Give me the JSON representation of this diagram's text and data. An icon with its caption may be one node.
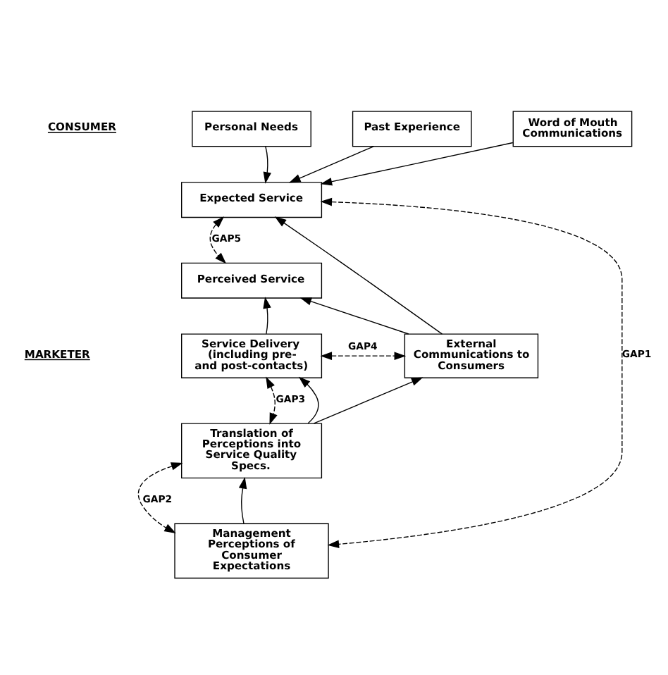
{
  "diagram": {
    "nodes": [
      {
        "text": [
          "Word of Mouth Communications"
        ]
      },
      {
        "text": [
          "Personal Needs"
        ]
      },
      {
        "text": [
          "Past Experience"
        ]
      },
      {
        "text": [
          "Expected Service"
        ]
      },
      {
        "text": [
          "Perceived Service"
        ]
      },
      {
        "text": [
          "Service Delivery (including pre- and post-contacts)"
        ]
      },
      {
        "text": [
          "External Communications to Consumers"
        ]
      },
      {
        "text": [
          "Translation of Perceptions into Service Quality Specs."
        ]
      },
      {
        "text": [
          "Management Perceptions of Consumer Expectations"
        ]
      }
    ],
    "edges": [
      {
        "from": 0,
        "to": 3,
        "arrow": "to"
      },
      {
        "from": 1,
        "to": 3,
        "arrow": "to"
      },
      {
        "from": 2,
        "to": 3,
        "arrow": "to"
      },
      {
        "from": 3,
        "to": 4,
        "arrow": "both",
        "style": "dashed",
        "label": "GAP5"
      },
      {
        "from": 6,
        "to": 3,
        "arrow": "to"
      },
      {
        "from": 6,
        "to": 4,
        "arrow": "to"
      },
      {
        "from": 5,
        "to": 4,
        "arrow": "to"
      },
      {
        "from": 5,
        "to": 6,
        "arrow": "both",
        "style": "dashed",
        "label": "GAP4"
      },
      {
        "from": 5,
        "to": 7,
        "arrow": "both",
        "style": "dashed",
        "label": "GAP3"
      },
      {
        "from": 7,
        "to": 5,
        "arrow": "to"
      },
      {
        "from": 7,
        "to": 6,
        "arrow": "to"
      },
      {
        "from": 7,
        "to": 8,
        "arrow": "both",
        "style": "dashed",
        "label": "GAP2"
      },
      {
        "from": 8,
        "to": 7,
        "arrow": "to"
      },
      {
        "from": 3,
        "to": 8,
        "arrow": "both",
        "style": "dashed",
        "label": "GAP1"
      }
    ],
    "labels": [
      "CONSUMER",
      "MARKETER"
    ]
  }
}
